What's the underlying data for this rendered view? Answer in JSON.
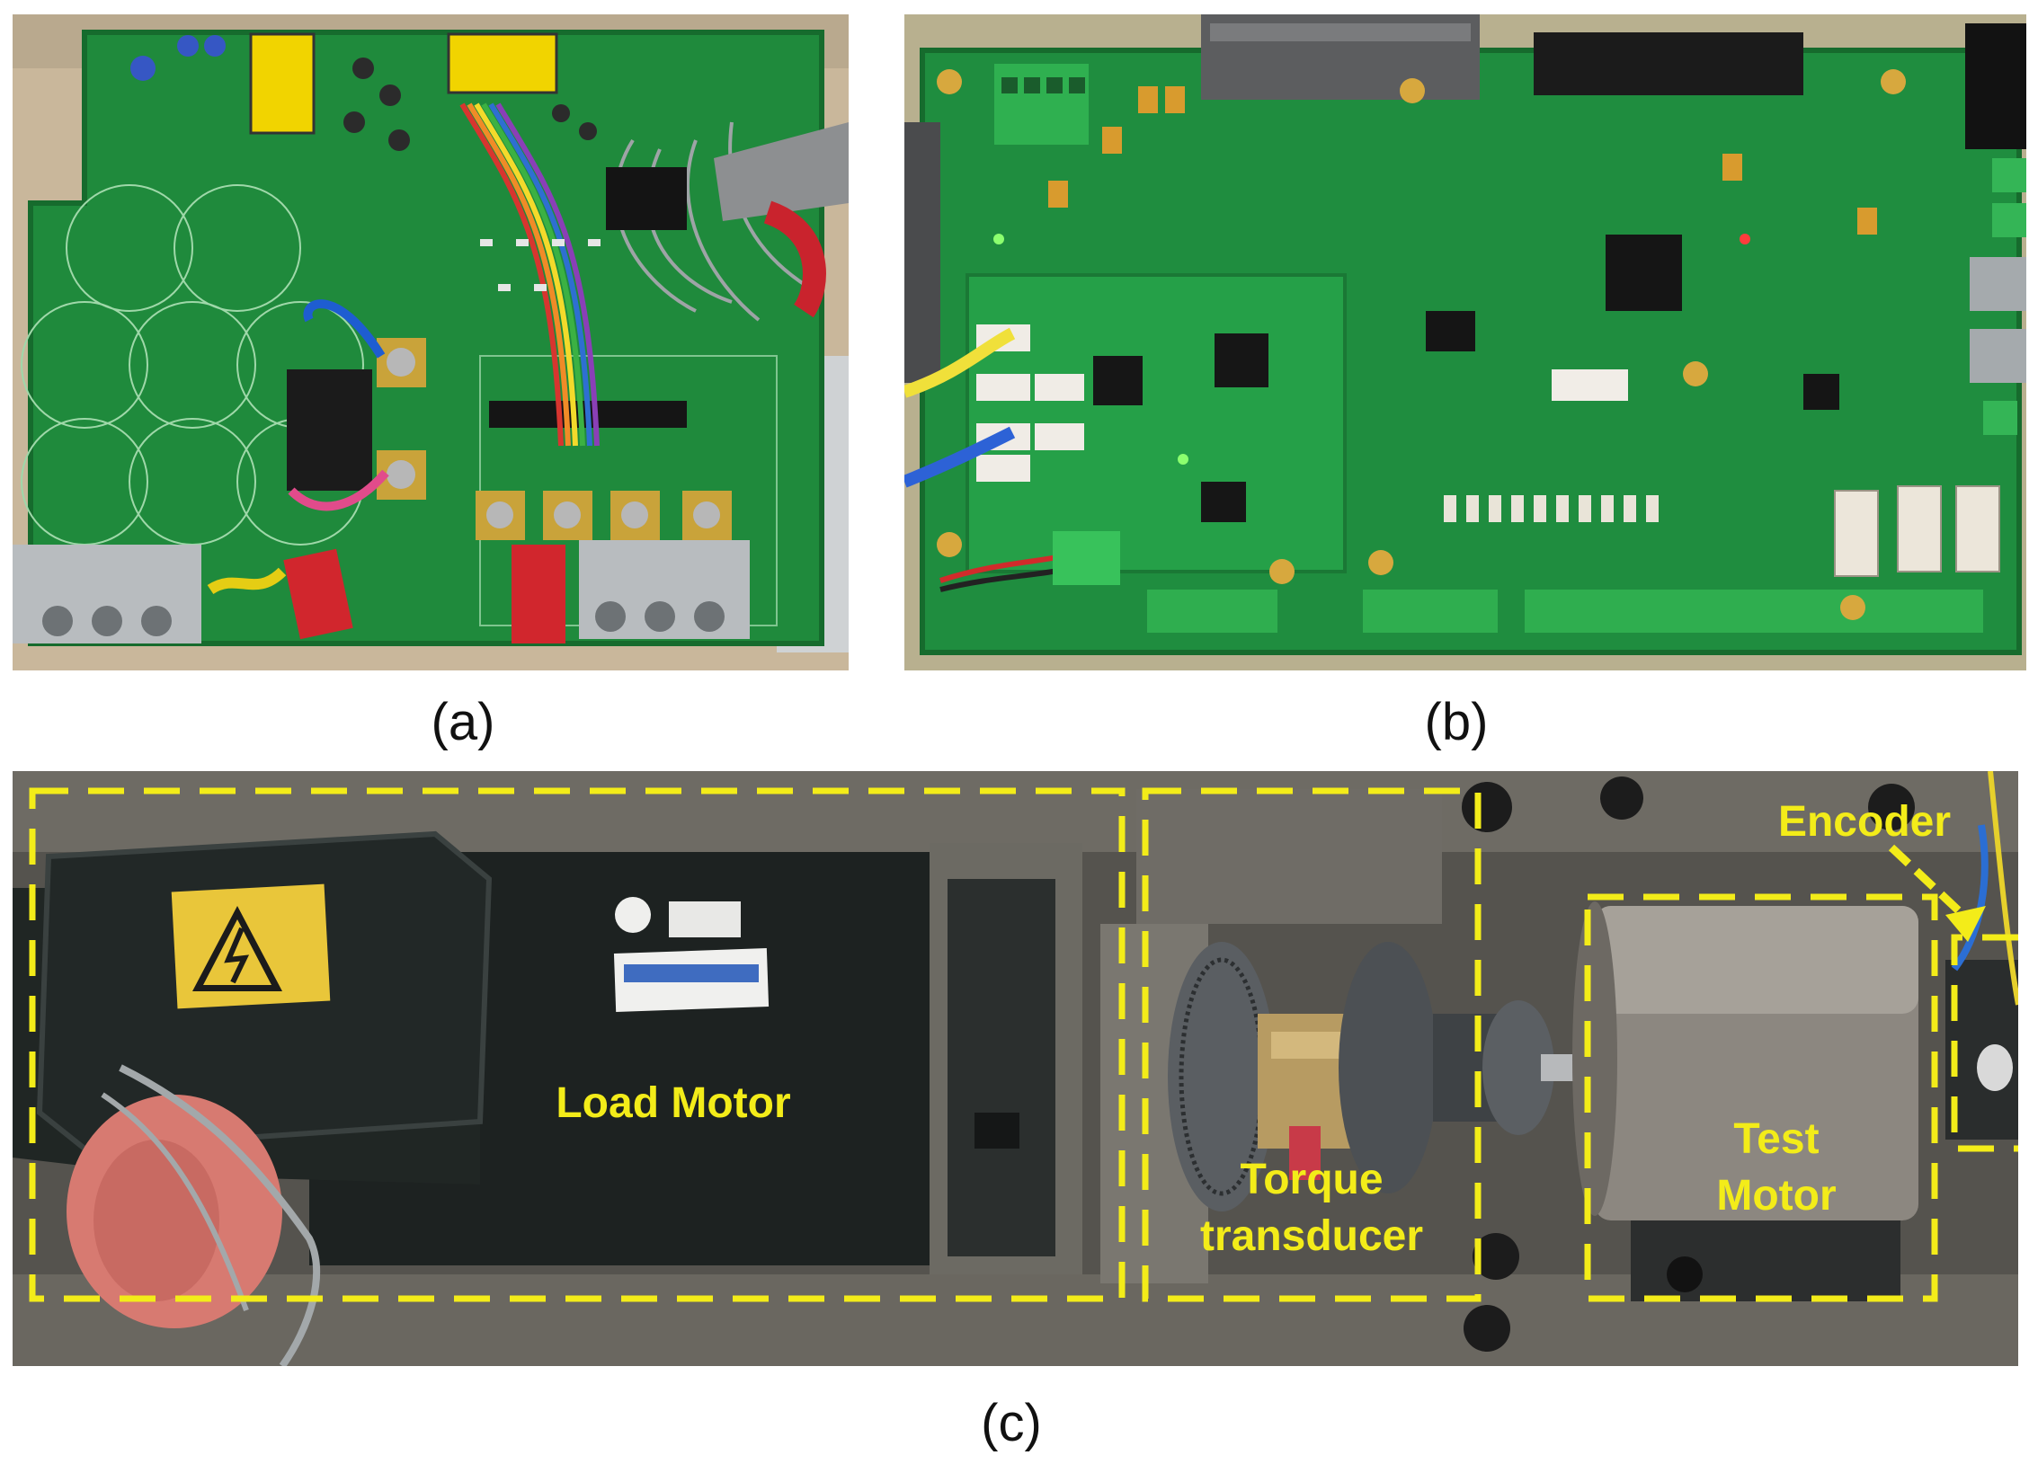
{
  "panels": {
    "a": {
      "caption": "(a)"
    },
    "b": {
      "caption": "(b)"
    },
    "c": {
      "caption": "(c)",
      "labels": {
        "load_motor": "Load Motor",
        "torque_line1": "Torque",
        "torque_line2": "transducer",
        "test_line1": "Test",
        "test_line2": "Motor",
        "encoder": "Encoder"
      }
    }
  },
  "colors": {
    "pcb_green": "#1f8a3c",
    "annotation_yellow": "#f3ec19",
    "motor_black": "#1d2221",
    "bench_gray": "#5c5a55"
  }
}
